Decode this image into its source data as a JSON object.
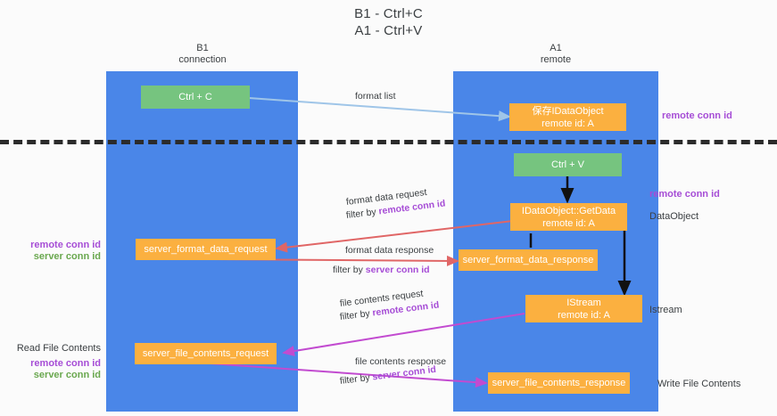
{
  "title": {
    "line1": "B1 - Ctrl+C",
    "line2": "A1 - Ctrl+V"
  },
  "columns": [
    {
      "name": "B1",
      "subtitle": "connection"
    },
    {
      "name": "A1",
      "subtitle": "remote"
    }
  ],
  "nodes": {
    "ctrl_c": {
      "label": "Ctrl + C"
    },
    "ctrl_v": {
      "label": "Ctrl + V"
    },
    "save_dataobject": {
      "line1": "保存IDataObject",
      "line2": "remote id: A"
    },
    "getdata": {
      "line1": "IDataObject::GetData",
      "line2": "remote id: A"
    },
    "istream": {
      "line1": "IStream",
      "line2": "remote id: A"
    },
    "server_format_data_request": {
      "label": "server_format_data_request"
    },
    "server_format_data_response": {
      "label": "server_format_data_response"
    },
    "server_file_contents_request": {
      "label": "server_file_contents_request"
    },
    "server_file_contents_response": {
      "label": "server_file_contents_response"
    }
  },
  "edges": {
    "format_list": {
      "label": "format list"
    },
    "format_data_request": {
      "line1": "format data request",
      "filter_prefix": "filter by ",
      "filter_key": "remote conn id"
    },
    "format_data_response": {
      "line1": "format data response",
      "filter_prefix": "filter by ",
      "filter_key": "server conn id"
    },
    "file_contents_request": {
      "line1": "file contents request",
      "filter_prefix": "filter by ",
      "filter_key": "remote conn id"
    },
    "file_contents_response": {
      "line1": "file contents response",
      "filter_prefix": "filter by ",
      "filter_key": "server conn id"
    }
  },
  "annotations": {
    "right_remote_conn_top": "remote conn id",
    "right_remote_conn_mid": "remote conn id",
    "right_dataobject": "DataObject",
    "right_istream": "Istream",
    "right_write_file_contents": "Write File Contents",
    "left_remote_conn_mid": "remote conn id",
    "left_server_conn_mid": "server conn id",
    "left_read_file_contents": "Read File Contents",
    "left_remote_conn_low": "remote conn id",
    "left_server_conn_low": "server conn id"
  },
  "colors": {
    "lane": "#4a86e8",
    "green_box": "#76c47f",
    "orange_box": "#fbb040",
    "purple": "#a64dd6",
    "green_text": "#6aa84f",
    "red_arrow": "#e06666",
    "blue_arrow": "#9fc5e8",
    "magenta_arrow": "#c24bd0",
    "divider": "#2b2b2b"
  }
}
